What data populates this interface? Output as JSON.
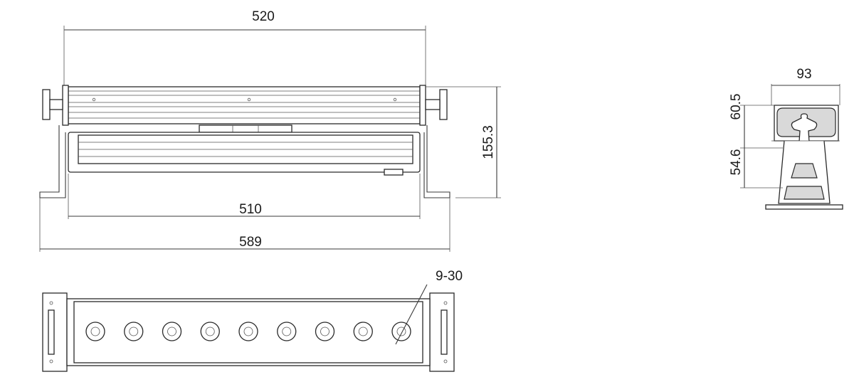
{
  "drawing": {
    "front_view": {
      "overall_length": "520",
      "height": "155.3",
      "base_length": "510",
      "bracket_length": "589"
    },
    "side_view": {
      "width": "93",
      "upper_height": "60.5",
      "lower_height": "54.6"
    },
    "top_view": {
      "lens_note": "9-30",
      "lens_count": 9
    }
  }
}
